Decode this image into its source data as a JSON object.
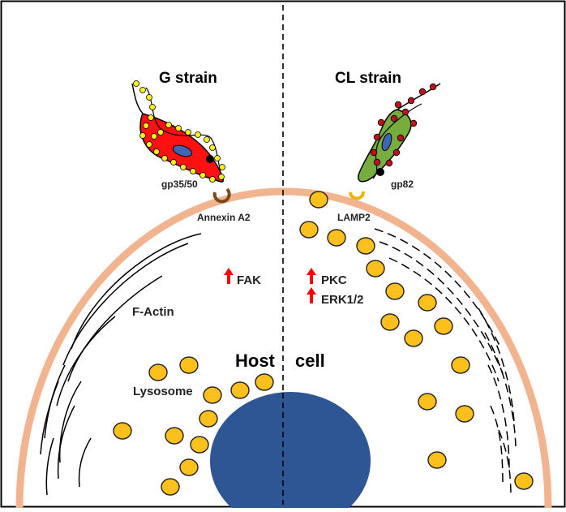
{
  "strains": {
    "left": {
      "title": "G strain",
      "receptor": "gp35/50",
      "partner": "Annexin A2"
    },
    "right": {
      "title": "CL strain",
      "receptor": "gp82",
      "partner": "LAMP2"
    }
  },
  "signaling": {
    "left": [
      {
        "label": "FAK"
      }
    ],
    "right": [
      {
        "label": "PKC"
      },
      {
        "label": "ERK1/2"
      }
    ]
  },
  "cell": {
    "label_left": "Host",
    "label_right": "cell",
    "cytoskeleton_label": "F-Actin",
    "organelle_label": "Lysosome"
  },
  "colors": {
    "membrane": "#f2b38f",
    "nucleus": "#2e5594",
    "lysosome_fill": "#fbc01b",
    "lysosome_stroke": "#222222",
    "g_strain_body": "#ff1111",
    "g_strain_dots": "#fff01c",
    "cl_strain_body": "#76ad3c",
    "cl_strain_dots": "#c0101c",
    "kinetoplast": "#4065b5",
    "receptor_left": "#7a4a1d",
    "receptor_right": "#f0b400",
    "arrow": "#ff0000"
  }
}
